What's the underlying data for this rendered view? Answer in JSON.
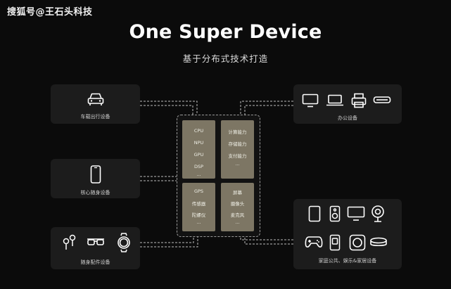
{
  "watermark": "搜狐号@王石头科技",
  "title": "One Super Device",
  "subtitle": "基于分布式技术打造",
  "cards": {
    "car": {
      "label": "车载出行设备",
      "icons": [
        "car-icon"
      ]
    },
    "core_phone": {
      "label": "核心随身设备",
      "icons": [
        "smartphone-icon"
      ]
    },
    "wearables": {
      "label": "随身配件设备",
      "icons": [
        "earbuds-icon",
        "glasses-icon",
        "smartwatch-icon"
      ]
    },
    "office": {
      "label": "办公设备",
      "icons": [
        "monitor-icon",
        "laptop-icon",
        "printer-icon",
        "projector-icon"
      ]
    },
    "home": {
      "label": "家庭公共、娱乐&家居设备",
      "icons": [
        "tablet-icon",
        "speaker-icon",
        "tv-icon",
        "camera-icon",
        "gamepad-icon",
        "coffee-machine-icon",
        "robot-vacuum-icon",
        "smart-hub-icon"
      ]
    }
  },
  "core": {
    "compute": {
      "items": [
        "CPU",
        "NPU",
        "GPU",
        "DSP",
        "..."
      ]
    },
    "capabilities": {
      "items": [
        "计算能力",
        "存储能力",
        "支付能力",
        "..."
      ]
    },
    "sensors": {
      "items": [
        "GPS",
        "传感器",
        "陀螺仪",
        "..."
      ]
    },
    "io": {
      "items": [
        "屏幕",
        "摄像头",
        "麦克风",
        "..."
      ]
    }
  },
  "colors": {
    "background": "#0b0b0b",
    "card": "#1c1c1c",
    "chip": "#7d7664",
    "connector": "#bdbdbd"
  }
}
